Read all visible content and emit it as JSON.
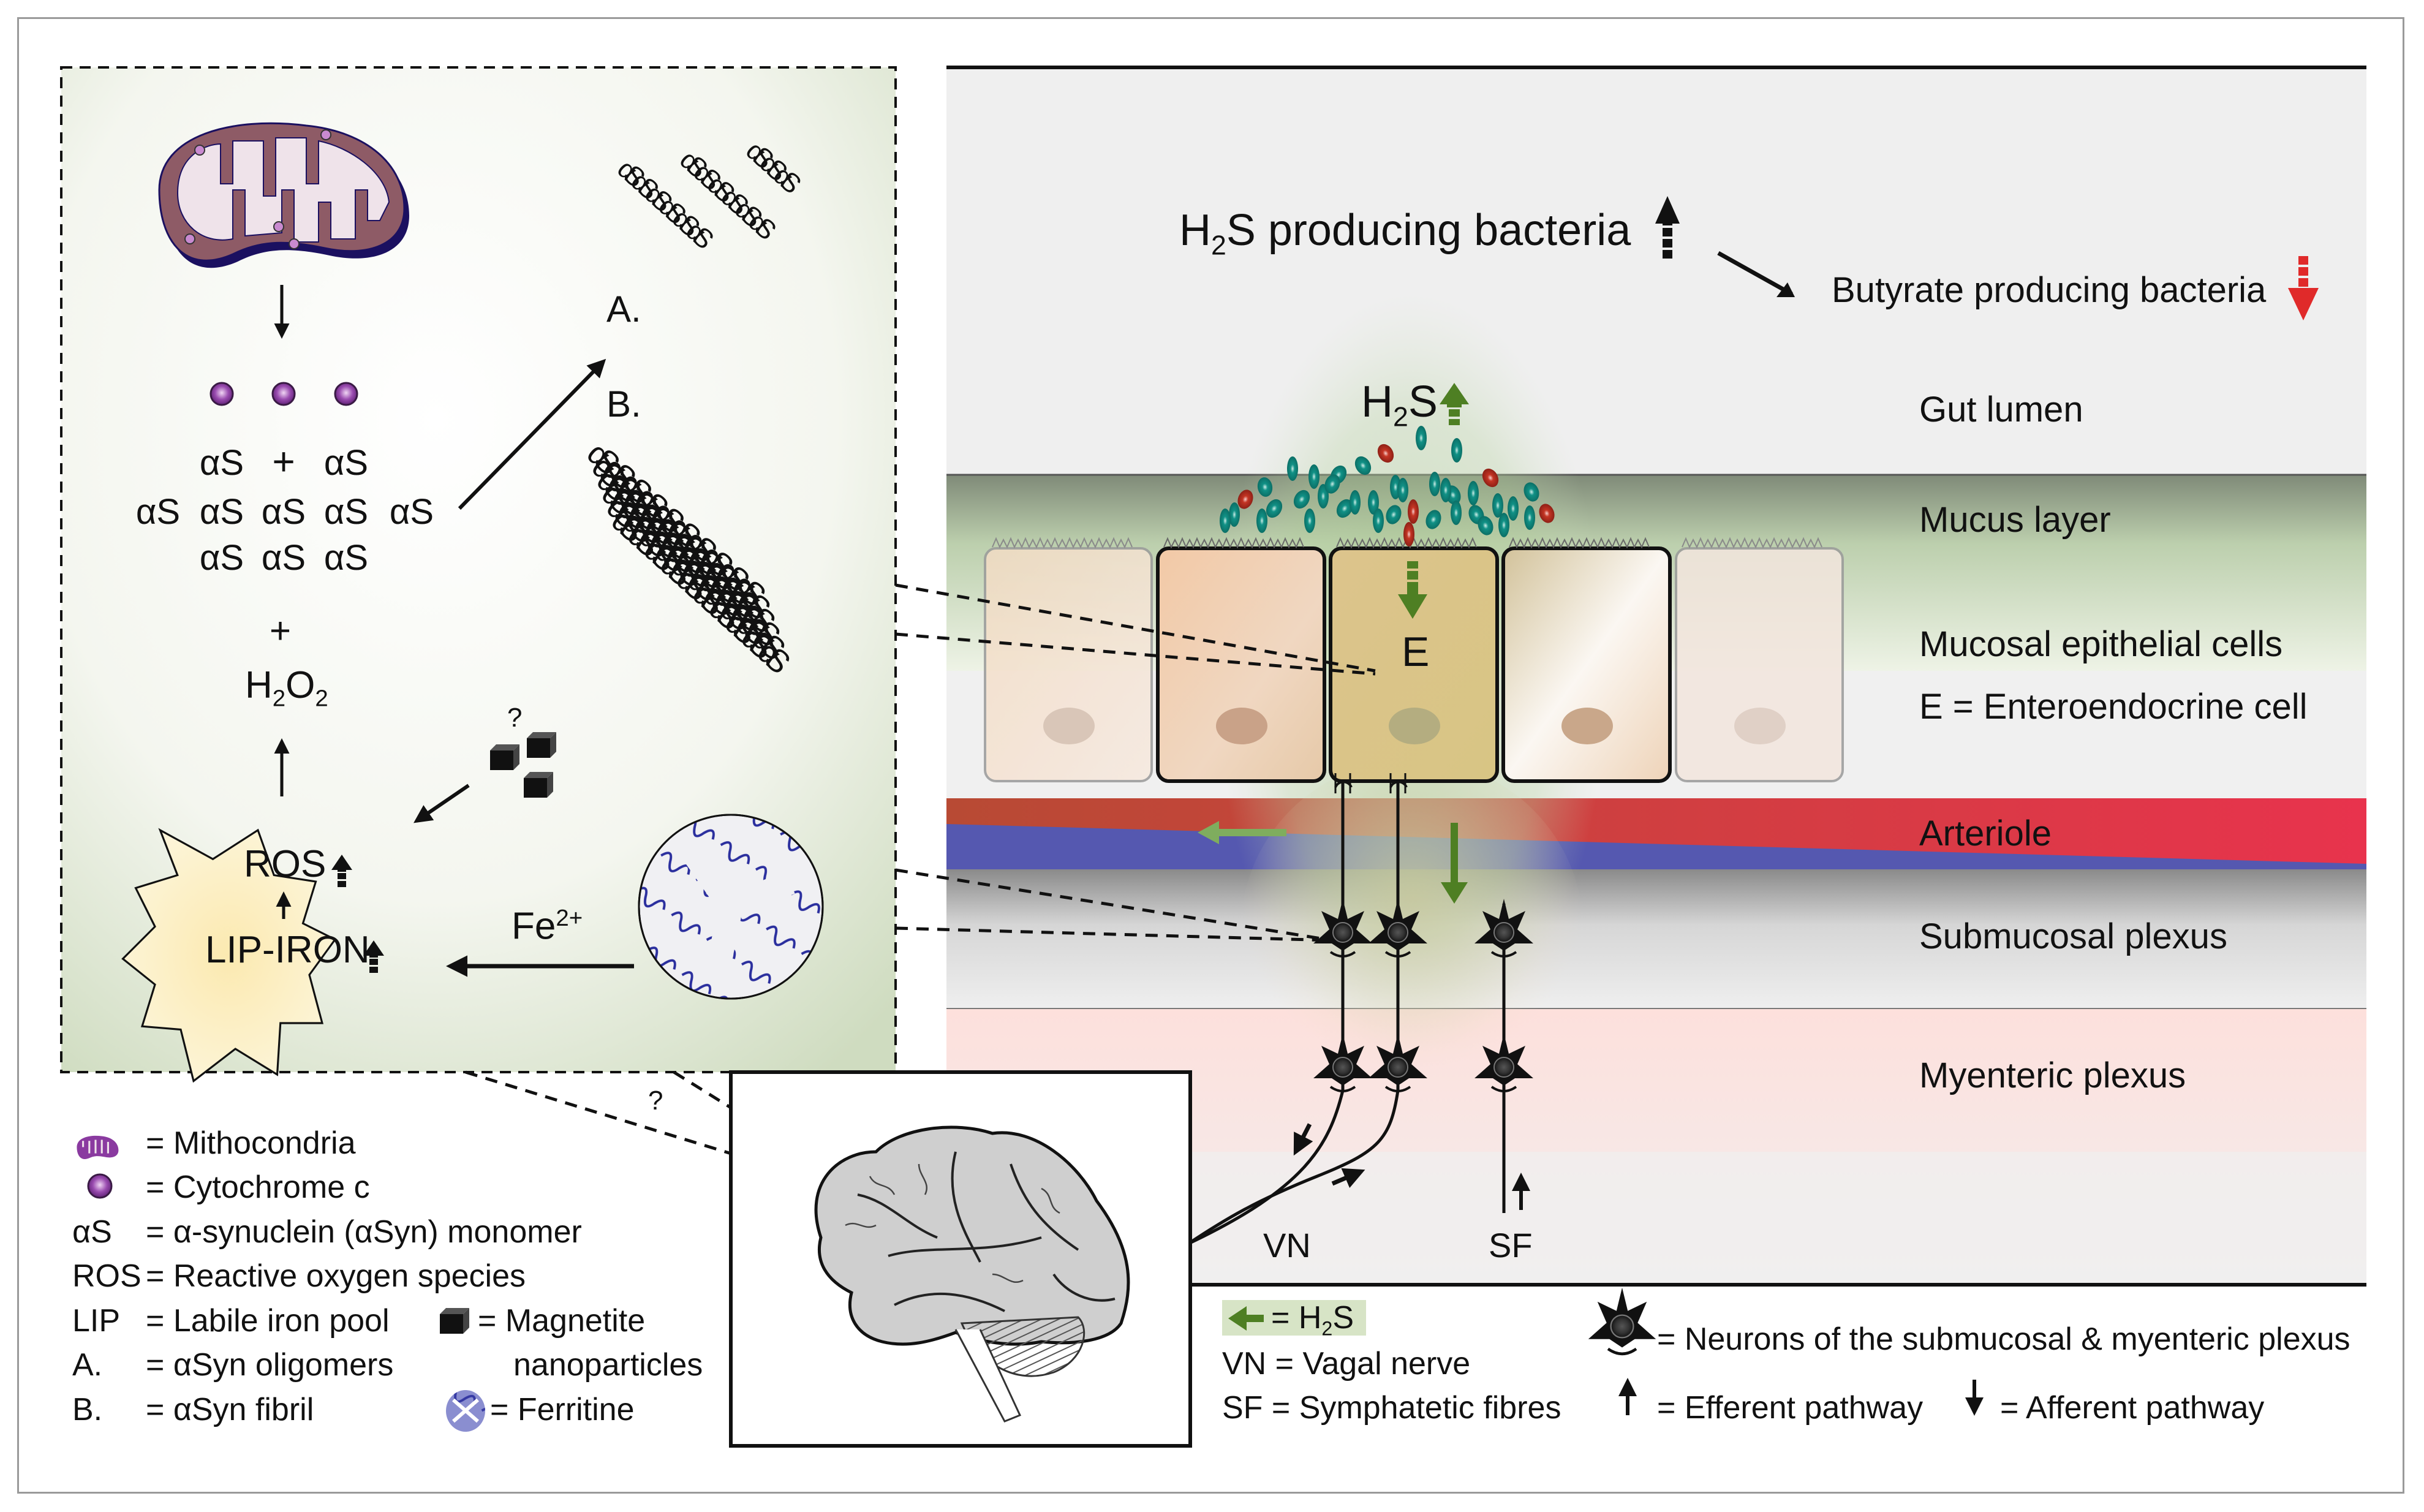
{
  "diagram": {
    "title": "",
    "colors": {
      "h2s_green": "#4e7f23",
      "bacteria_teal": "#0e8a80",
      "bacteria_red": "#b82c1e",
      "red_arrow": "#e02a2a",
      "mito_body": "#8e5b66",
      "mito_shadow": "#1b1060",
      "ferritin_blue": "#2b2f9e",
      "cytochrome_purple": "#8a3aa0",
      "arteriole_red": "#e5344a",
      "arteriole_blue": "#5558b0",
      "burst_yellow": "#fcefc0"
    },
    "inset": {
      "alpha_syn_token": "αS",
      "plus": "+",
      "h2o2": {
        "main": "H",
        "sub1": "2",
        "mid": "O",
        "sub2": "2"
      },
      "oligomer_label": "A.",
      "fibril_label": "B.",
      "burst": {
        "ros": "ROS",
        "lip_iron": "LIP-IRON"
      },
      "fe_label": {
        "main": "Fe",
        "sup": "2+"
      },
      "magnetite_question": "?",
      "brain_question": "?"
    },
    "gut": {
      "h2s_bacteria": {
        "h": "H",
        "sub": "2",
        "rest": "S producing bacteria"
      },
      "butyrate_bacteria": "Butyrate producing bacteria",
      "h2s_label": {
        "h": "H",
        "sub": "2",
        "rest": "S"
      },
      "enteroendocrine_marker": "E",
      "vn_label": "VN",
      "sf_label": "SF",
      "layers": [
        {
          "id": "gut-lumen",
          "label": "Gut lumen"
        },
        {
          "id": "mucus-layer",
          "label": "Mucus layer"
        },
        {
          "id": "mucosal-epithelial-cells",
          "label": "Mucosal epithelial cells"
        },
        {
          "id": "enteroendocrine-note",
          "label": "E = Enteroendocrine cell"
        },
        {
          "id": "arteriole",
          "label": "Arteriole"
        },
        {
          "id": "submucosal-plexus",
          "label": "Submucosal plexus"
        },
        {
          "id": "myenteric-plexus",
          "label": "Myenteric plexus"
        }
      ]
    },
    "legend_left": [
      {
        "icon": "mitochondrion-icon",
        "key": "",
        "text": "= Mithocondria"
      },
      {
        "icon": "cytochrome-c-icon",
        "key": "",
        "text": "= Cytochrome c"
      },
      {
        "icon": "",
        "key": "αS",
        "text": "= α-synuclein (αSyn) monomer"
      },
      {
        "icon": "",
        "key": "ROS",
        "text": "= Reactive oxygen species"
      },
      {
        "icon": "",
        "key": "LIP",
        "text": "= Labile iron pool"
      },
      {
        "icon": "",
        "key": "A.",
        "text": "= αSyn oligomers"
      },
      {
        "icon": "",
        "key": "B.",
        "text": "= αSyn fibril"
      }
    ],
    "legend_mid": [
      {
        "icon": "magnetite-icon",
        "text": "= Magnetite",
        "text2": "nanoparticles"
      },
      {
        "icon": "ferritin-icon",
        "text": "= Ferritine"
      }
    ],
    "legend_right": {
      "h2s_arrow": {
        "eq": "= H",
        "sub": "2",
        "rest": "S"
      },
      "vn": "VN =  Vagal nerve",
      "sf": "SF  =  Symphatetic fibres",
      "neurons": "=  Neurons of the submucosal & myenteric plexus",
      "efferent": "=  Efferent pathway",
      "afferent": "=  Afferent pathway"
    }
  }
}
